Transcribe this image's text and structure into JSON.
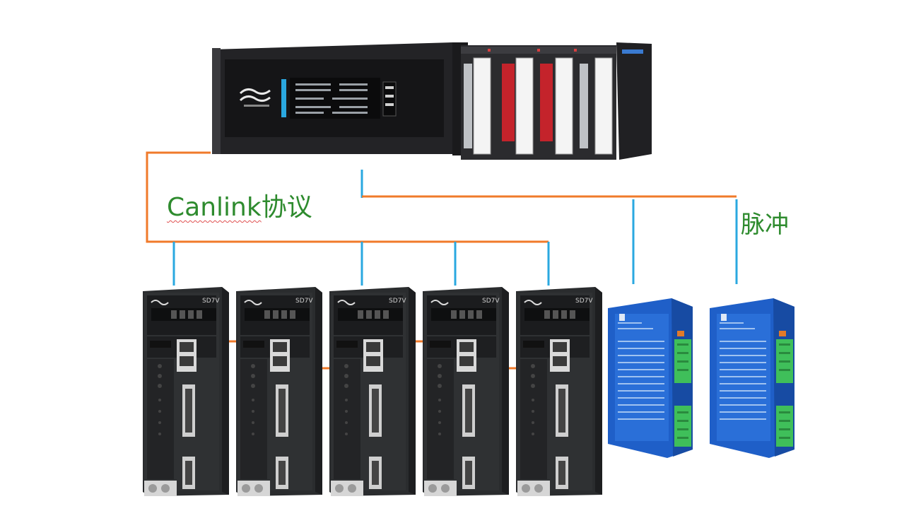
{
  "labels": {
    "canlink_text": "Canlink",
    "canlink_suffix": "协议",
    "pulse": "脉冲"
  },
  "devices": {
    "plc": {
      "name": "PLC controller"
    },
    "servo_drives": [
      {
        "model": "SD7V"
      },
      {
        "model": "SD7V"
      },
      {
        "model": "SD7V"
      },
      {
        "model": "SD7V"
      },
      {
        "model": "SD7V"
      }
    ],
    "stepper_drives": [
      {},
      {}
    ]
  },
  "colors": {
    "canlink_line": "#f07a2a",
    "pulse_line": "#2aa8e0",
    "label_green": "#2e8b2e",
    "plc_body": "#1f1f22",
    "servo_body": "#2a2c2e",
    "stepper_body": "#1f5fc8"
  }
}
